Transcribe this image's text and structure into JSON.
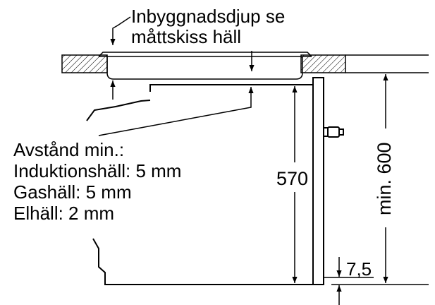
{
  "annotations": {
    "top_note_line1": "Inbyggnadsdjup se",
    "top_note_line2": "måttskiss häll",
    "distance_title": "Avstånd min.:",
    "distance_induction": "Induktionshäll: 5 mm",
    "distance_gas": "Gashäll: 5 mm",
    "distance_electric": "Elhäll: 2 mm"
  },
  "dimensions": {
    "oven_height": "570",
    "min_height": "min. 600",
    "bottom_gap": "7,5"
  },
  "colors": {
    "line": "#000000",
    "background": "#ffffff"
  }
}
